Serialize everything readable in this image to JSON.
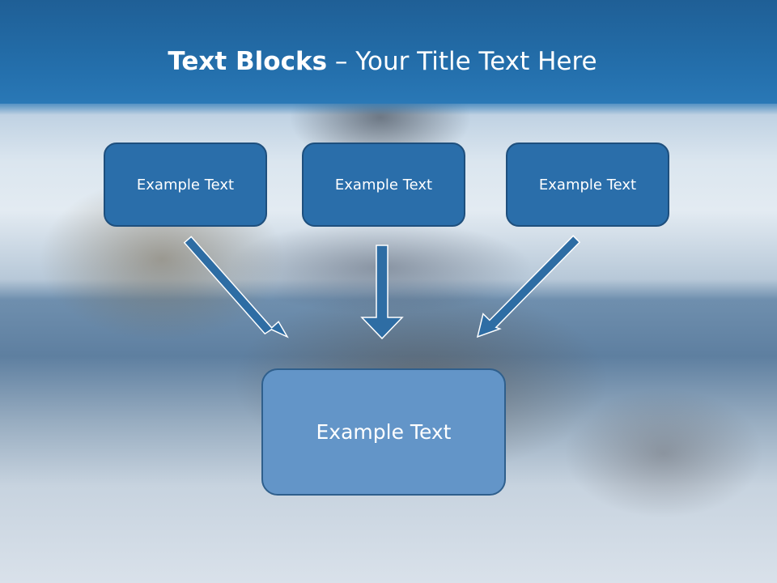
{
  "slide": {
    "title_bold": "Text Blocks",
    "title_separator": " – ",
    "title_rest": "Your Title Text Here"
  },
  "blocks": {
    "top": [
      {
        "label": "Example Text"
      },
      {
        "label": "Example Text"
      },
      {
        "label": "Example Text"
      }
    ],
    "bottom": {
      "label": "Example Text"
    }
  },
  "colors": {
    "title_bar": "#2470ad",
    "small_block_fill": "#2a6eaa",
    "small_block_border": "#1e4f7d",
    "big_block_fill": "#6395c8",
    "arrow_fill": "#2e6da4",
    "arrow_stroke": "#ffffff"
  }
}
